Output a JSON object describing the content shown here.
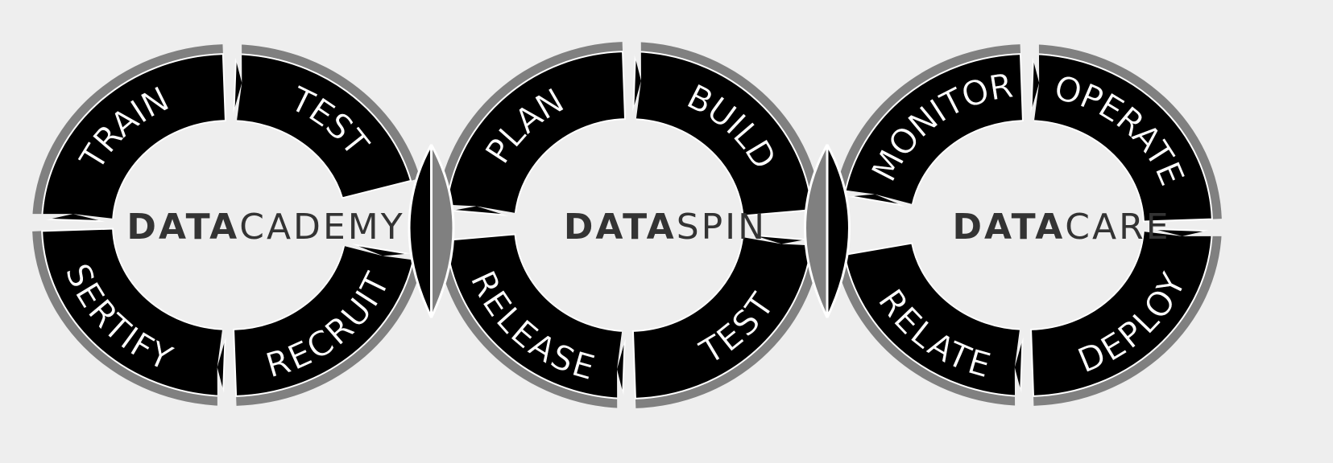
{
  "colors": {
    "background": "#eeeeee",
    "segment_fill": "#000000",
    "ring_outer": "#808080",
    "label": "#ffffff",
    "brand_text": "#333333"
  },
  "rings": [
    {
      "id": "datacademy",
      "brand_bold": "DATA",
      "brand_light": "CADEMY",
      "segments": [
        {
          "label": "TRAIN",
          "a0": 182,
          "a1": 268,
          "mid": 225,
          "flip": false
        },
        {
          "label": "TEST",
          "a0": 272,
          "a1": 345,
          "mid": 312,
          "flip": false
        },
        {
          "label": "RECRUIT",
          "a0": 10,
          "a1": 88,
          "mid": 48,
          "flip": true
        },
        {
          "label": "SERTIFY",
          "a0": 92,
          "a1": 178,
          "mid": 138,
          "flip": true
        }
      ]
    },
    {
      "id": "dataspin",
      "brand_bold": "DATA",
      "brand_light": "SPIN",
      "segments": [
        {
          "label": "PLAN",
          "a0": 185,
          "a1": 268,
          "mid": 225,
          "flip": false
        },
        {
          "label": "BUILD",
          "a0": 272,
          "a1": 355,
          "mid": 315,
          "flip": false
        },
        {
          "label": "TEST",
          "a0": 5,
          "a1": 88,
          "mid": 45,
          "flip": true
        },
        {
          "label": "RELEASE",
          "a0": 92,
          "a1": 175,
          "mid": 132,
          "flip": true
        }
      ]
    },
    {
      "id": "datacare",
      "brand_bold": "DATA",
      "brand_light": "CARE",
      "segments": [
        {
          "label": "MONITOR",
          "a0": 190,
          "a1": 268,
          "mid": 232,
          "flip": false
        },
        {
          "label": "OPERATE",
          "a0": 272,
          "a1": 358,
          "mid": 312,
          "flip": false
        },
        {
          "label": "DEPLOY",
          "a0": 2,
          "a1": 88,
          "mid": 45,
          "flip": true
        },
        {
          "label": "RELATE",
          "a0": 92,
          "a1": 170,
          "mid": 128,
          "flip": true
        }
      ]
    }
  ]
}
